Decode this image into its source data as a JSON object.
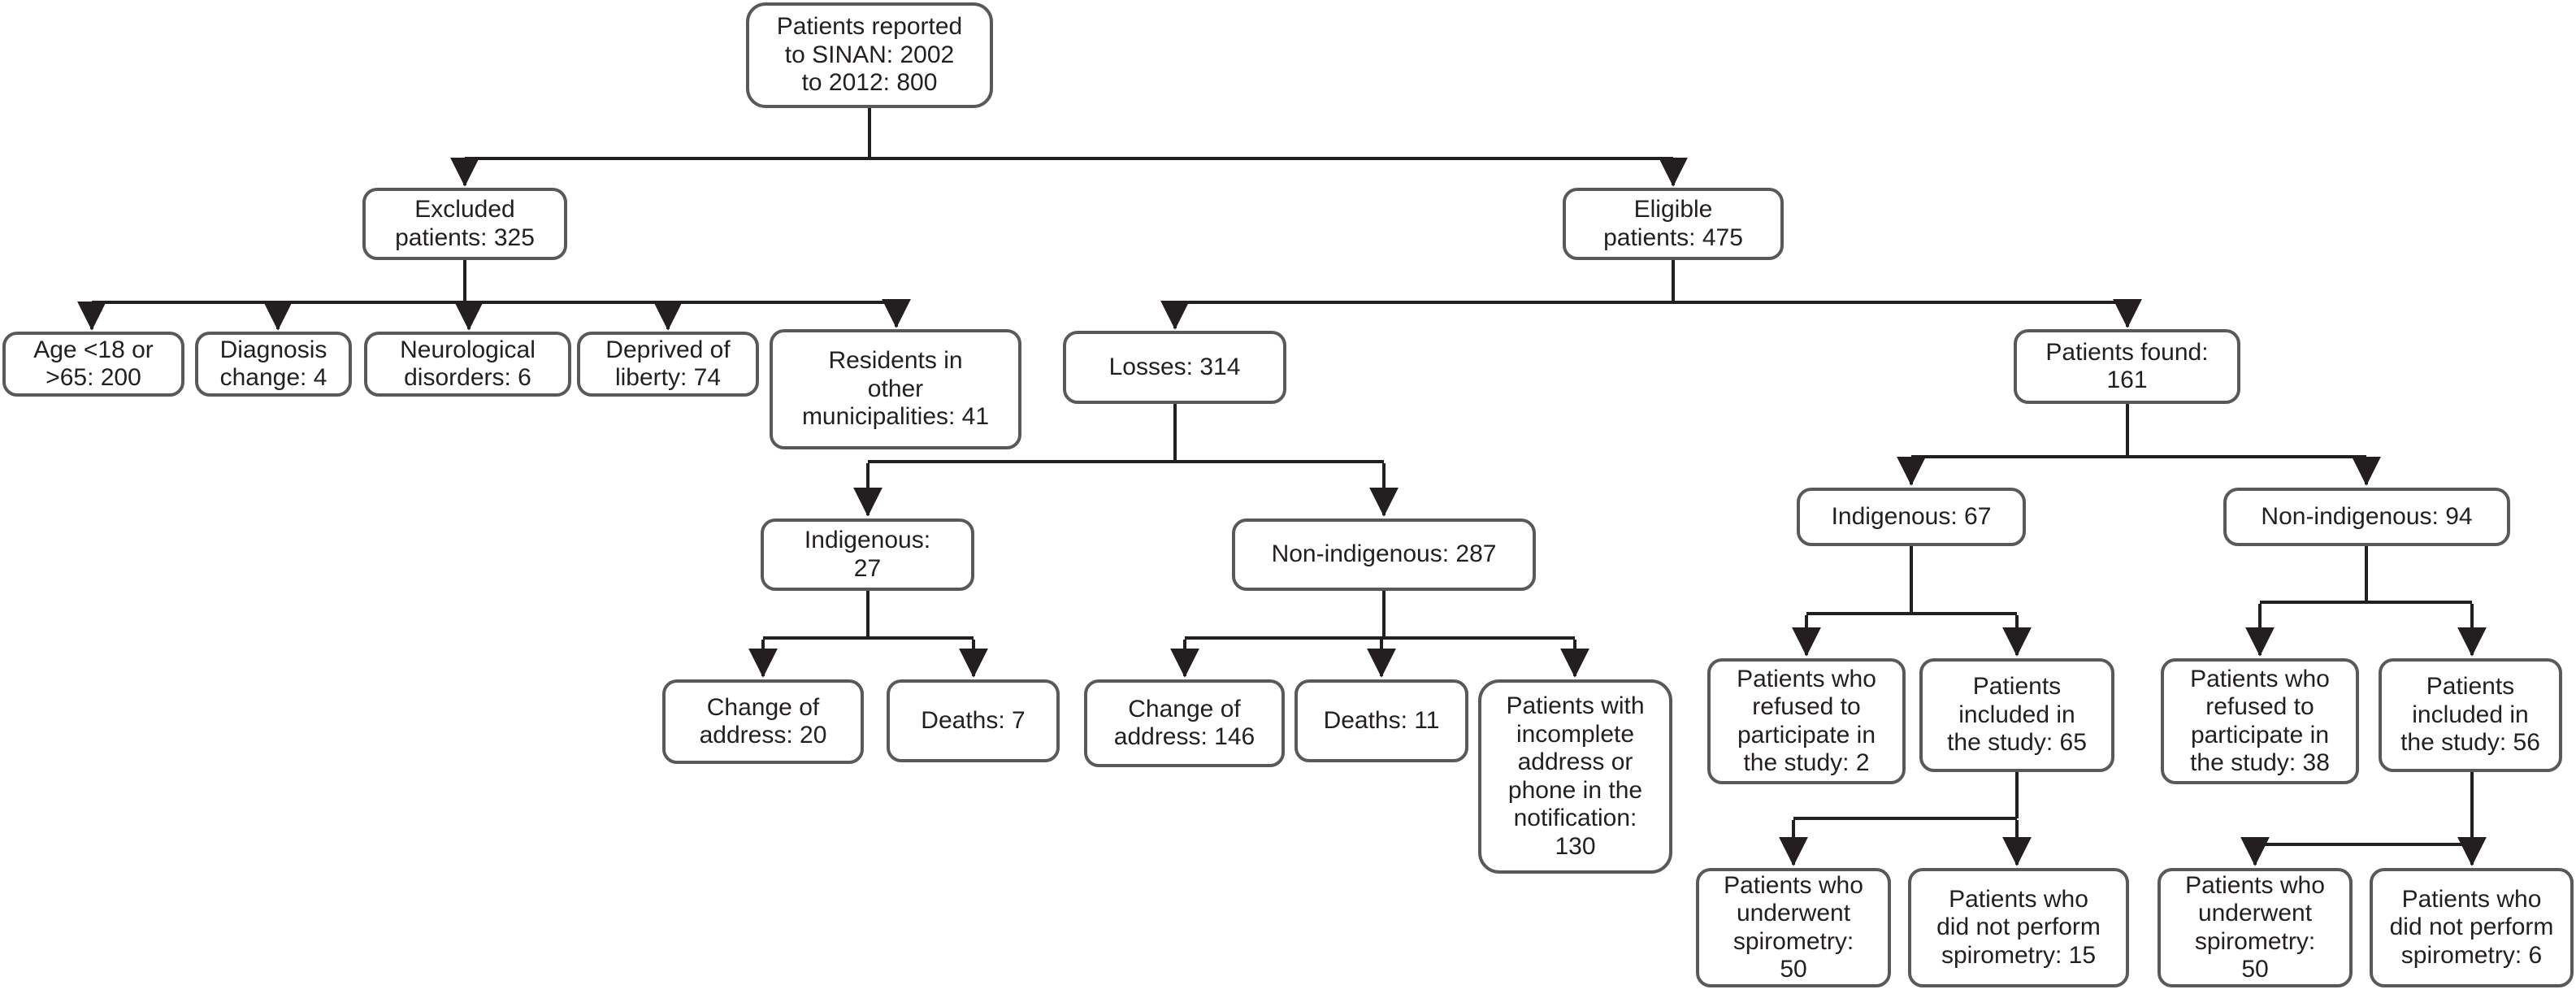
{
  "flowchart": {
    "description": "Patient flow diagram of tuberculosis patients reported to SINAN (2002-2012)",
    "colors": {
      "background": "#ffffff",
      "box_border": "#58595b",
      "connector_line": "#231f20",
      "text": "#231f20"
    },
    "nodes": {
      "root": {
        "label": "Patients reported\nto SINAN: 2002\nto 2012: 800",
        "value": 800
      },
      "excluded": {
        "label": "Excluded\npatients: 325",
        "value": 325
      },
      "eligible": {
        "label": "Eligible\npatients: 475",
        "value": 475
      },
      "age": {
        "label": "Age <18 or\n>65: 200",
        "value": 200
      },
      "diagnosis": {
        "label": "Diagnosis\nchange: 4",
        "value": 4
      },
      "neurological": {
        "label": "Neurological\ndisorders: 6",
        "value": 6
      },
      "deprived": {
        "label": "Deprived of\nliberty: 74",
        "value": 74
      },
      "residents": {
        "label": "Residents in\nother\nmunicipalities: 41",
        "value": 41
      },
      "losses": {
        "label": "Losses: 314",
        "value": 314
      },
      "found": {
        "label": "Patients found:\n161",
        "value": 161
      },
      "indig_losses": {
        "label": "Indigenous:\n27",
        "value": 27
      },
      "nonindig_losses": {
        "label": "Non-indigenous: 287",
        "value": 287
      },
      "addr20": {
        "label": "Change of\naddress: 20",
        "value": 20
      },
      "deaths7": {
        "label": "Deaths: 7",
        "value": 7
      },
      "addr146": {
        "label": "Change of\naddress: 146",
        "value": 146
      },
      "deaths11": {
        "label": "Deaths: 11",
        "value": 11
      },
      "incomplete": {
        "label": "Patients with\nincomplete\naddress or\nphone in the\nnotification:\n130",
        "value": 130
      },
      "indig_found": {
        "label": "Indigenous: 67",
        "value": 67
      },
      "nonindig_found": {
        "label": "Non-indigenous: 94",
        "value": 94
      },
      "refused2": {
        "label": "Patients who\nrefused to\nparticipate in\nthe study: 2",
        "value": 2
      },
      "included65": {
        "label": "Patients\nincluded in\nthe study: 65",
        "value": 65
      },
      "refused38": {
        "label": "Patients who\nrefused to\nparticipate in\nthe study: 38",
        "value": 38
      },
      "included56": {
        "label": "Patients\nincluded in\nthe study: 56",
        "value": 56
      },
      "spiro50_i": {
        "label": "Patients who\nunderwent\nspirometry:\n50",
        "value": 50
      },
      "nospiro15": {
        "label": "Patients who\ndid not perform\nspirometry: 15",
        "value": 15
      },
      "spiro50_n": {
        "label": "Patients who\nunderwent\nspirometry:\n50",
        "value": 50
      },
      "nospiro6": {
        "label": "Patients who\ndid not perform\nspirometry: 6",
        "value": 6
      }
    },
    "edges": [
      [
        "root",
        "excluded"
      ],
      [
        "root",
        "eligible"
      ],
      [
        "excluded",
        "age"
      ],
      [
        "excluded",
        "diagnosis"
      ],
      [
        "excluded",
        "neurological"
      ],
      [
        "excluded",
        "deprived"
      ],
      [
        "excluded",
        "residents"
      ],
      [
        "eligible",
        "losses"
      ],
      [
        "eligible",
        "found"
      ],
      [
        "losses",
        "indig_losses"
      ],
      [
        "losses",
        "nonindig_losses"
      ],
      [
        "indig_losses",
        "addr20"
      ],
      [
        "indig_losses",
        "deaths7"
      ],
      [
        "nonindig_losses",
        "addr146"
      ],
      [
        "nonindig_losses",
        "deaths11"
      ],
      [
        "nonindig_losses",
        "incomplete"
      ],
      [
        "found",
        "indig_found"
      ],
      [
        "found",
        "nonindig_found"
      ],
      [
        "indig_found",
        "refused2"
      ],
      [
        "indig_found",
        "included65"
      ],
      [
        "included65",
        "spiro50_i"
      ],
      [
        "included65",
        "nospiro15"
      ],
      [
        "nonindig_found",
        "refused38"
      ],
      [
        "nonindig_found",
        "included56"
      ],
      [
        "included56",
        "spiro50_n"
      ],
      [
        "included56",
        "nospiro6"
      ]
    ]
  }
}
